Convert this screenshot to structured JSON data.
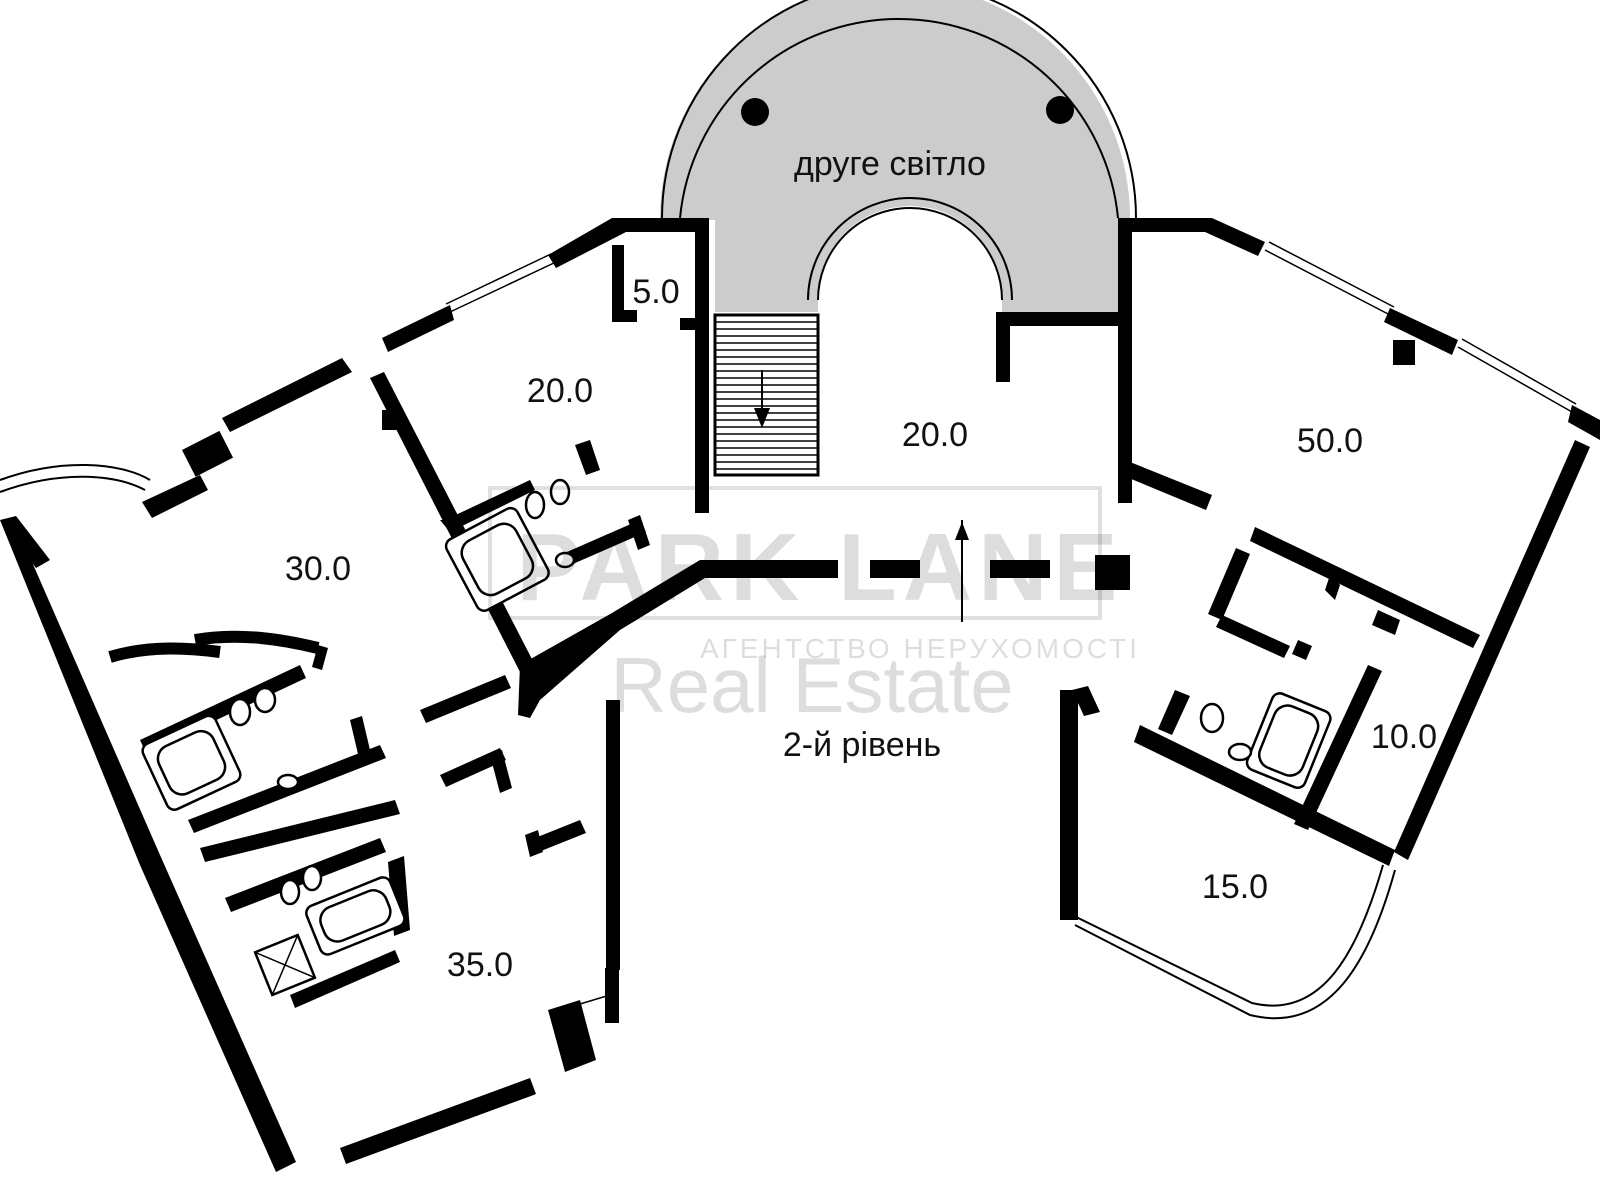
{
  "floor_label": "2-й рівень",
  "void_label": "друге світло",
  "rooms": {
    "storage": "5.0",
    "bedroom_upper_left": "20.0",
    "hall_center": "20.0",
    "room_right": "50.0",
    "room_left": "30.0",
    "room_lower_left": "35.0",
    "room_small_right": "10.0",
    "room_lower_right": "15.0"
  },
  "watermark": {
    "logo_text": "PARK LANE",
    "agency_text": "АГЕНТСТВО НЕРУХОМОСТІ",
    "brand_text": "Real Estate"
  },
  "colors": {
    "wall": "#000000",
    "void_fill": "#cccccc",
    "background": "#ffffff"
  }
}
